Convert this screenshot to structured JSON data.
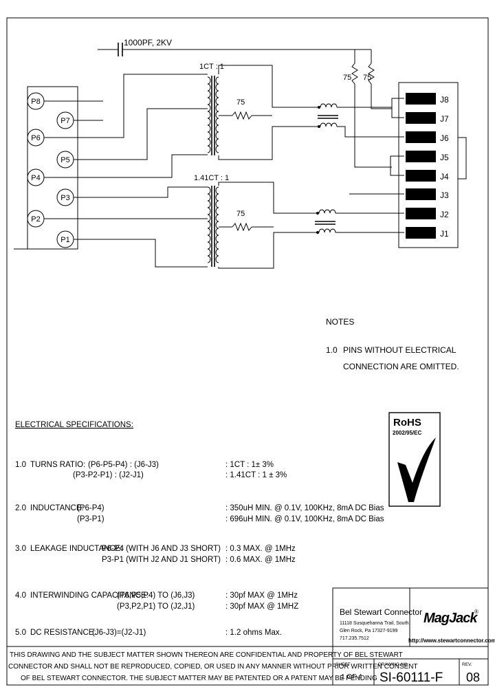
{
  "schematic": {
    "capacitor_label": "1000PF, 2KV",
    "transformer_top_ratio": "1CT : 1",
    "transformer_bottom_ratio": "1.41CT : 1",
    "resistor_top": "75",
    "resistor_bottom": "75",
    "resistor_pair": [
      "75",
      "75"
    ],
    "pins_left": [
      "P8",
      "P7",
      "P6",
      "P5",
      "P4",
      "P3",
      "P2",
      "P1"
    ],
    "jack_pins": [
      "J8",
      "J7",
      "J6",
      "J5",
      "J4",
      "J3",
      "J2",
      "J1"
    ]
  },
  "notes": {
    "heading": "NOTES",
    "item_num": "1.0",
    "item_line1": "PINS WITHOUT ELECTRICAL",
    "item_line2": "CONNECTION ARE OMITTED."
  },
  "rohs": {
    "title": "RoHS",
    "subtitle": "2002/95/EC"
  },
  "specs": {
    "heading": "ELECTRICAL SPECIFICATIONS:",
    "rows": [
      {
        "num": "1.0",
        "label": "TURNS RATIO:",
        "line1": "(P6-P5-P4) : (J6-J3)",
        "line2": "(P3-P2-P1) : (J2-J1)",
        "val1": ": 1CT : 1± 3%",
        "val2": ": 1.41CT : 1 ± 3%"
      },
      {
        "num": "2.0",
        "label": "INDUCTANCE:",
        "line1": "(P6-P4)",
        "line2": "(P3-P1)",
        "val1": ": 350uH MIN. @ 0.1V, 100KHz, 8mA DC Bias",
        "val2": ": 696uH MIN. @ 0.1V, 100KHz, 8mA DC Bias"
      },
      {
        "num": "3.0",
        "label": "LEAKAGE INDUCTANCE:",
        "line1": "P6-P4 (WITH J6 AND J3 SHORT)",
        "line2": "P3-P1 (WITH J2 AND J1 SHORT)",
        "val1": ": 0.3 MAX. @ 1MHz",
        "val2": ": 0.6 MAX. @ 1MHz"
      },
      {
        "num": "4.0",
        "label": "INTERWINDING CAPACITANCE:",
        "line1": "(P6,P5,P4) TO (J6,J3)",
        "line2": "(P3,P2,P1) TO (J2,J1)",
        "val1": ": 30pf MAX @ 1MHz",
        "val2": ": 30pf MAX @ 1MHZ"
      },
      {
        "num": "5.0",
        "label": "DC RESISTANCE:",
        "line1": "(J6-J3)=(J2-J1)",
        "line2": "",
        "val1": ": 1.2 ohms Max.",
        "val2": ""
      }
    ]
  },
  "title_block": {
    "company": "Bel Stewart Connector",
    "address1": "11118 Susquehanna Trail, South",
    "address2": "Glen Rock, Pa 17327-9199",
    "phone": "717.235.7512",
    "brand": "MagJack",
    "brand_mark": "®",
    "url": "http://www.stewartconnector.com",
    "disclaimer1": "THIS DRAWING AND THE SUBJECT MATTER SHOWN THEREON ARE CONFIDENTIAL AND PROPERTY OF BEL STEWART",
    "disclaimer2": "CONNECTOR AND SHALL NOT BE REPRODUCED, COPIED, OR USED IN ANY MANNER WITHOUT PRIOR WRITTEN CONSENT",
    "disclaimer3": "OF BEL STEWART CONNECTOR. THE SUBJECT MATTER MAY BE PATENTED OR A PATENT MAY BE PENDING",
    "sheet_label": "SHEET",
    "sheet_value": "1 OF 4",
    "drawing_label": "DRAWING NO.",
    "drawing_value": "SI-60111-F",
    "rev_label": "REV.",
    "rev_value": "08"
  }
}
